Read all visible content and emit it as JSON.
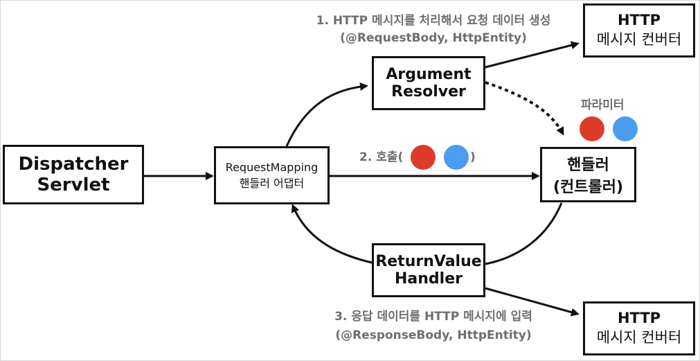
{
  "diagram": {
    "dispatcher": {
      "line1": "Dispatcher",
      "line2": "Servlet"
    },
    "adapter": {
      "line1": "RequestMapping",
      "line2": "핸들러 어댑터"
    },
    "argument_resolver": {
      "line1": "Argument",
      "line2": "Resolver"
    },
    "return_handler": {
      "line1": "ReturnValue",
      "line2": "Handler"
    },
    "handler": {
      "line1": "핸들러",
      "line2": "(컨트롤러)"
    },
    "converter_top": {
      "line1": "HTTP",
      "line2": "메시지 컨버터"
    },
    "converter_bottom": {
      "line1": "HTTP",
      "line2": "메시지 컨버터"
    },
    "step1": {
      "line1": "1. HTTP 메시지를 처리해서 요청 데이터 생성",
      "line2": "(@RequestBody, HttpEntity)"
    },
    "step2": {
      "prefix": "2. 호출(",
      "suffix": ")"
    },
    "step3": {
      "line1": "3. 응답 데이터를 HTTP 메시지에 입력",
      "line2": "(@ResponseBody, HttpEntity)"
    },
    "param_label": "파라미터",
    "colors": {
      "red_dot": "#dd3c2a",
      "blue_dot": "#4a9df0",
      "label_gray": "#6e6e6e"
    }
  }
}
